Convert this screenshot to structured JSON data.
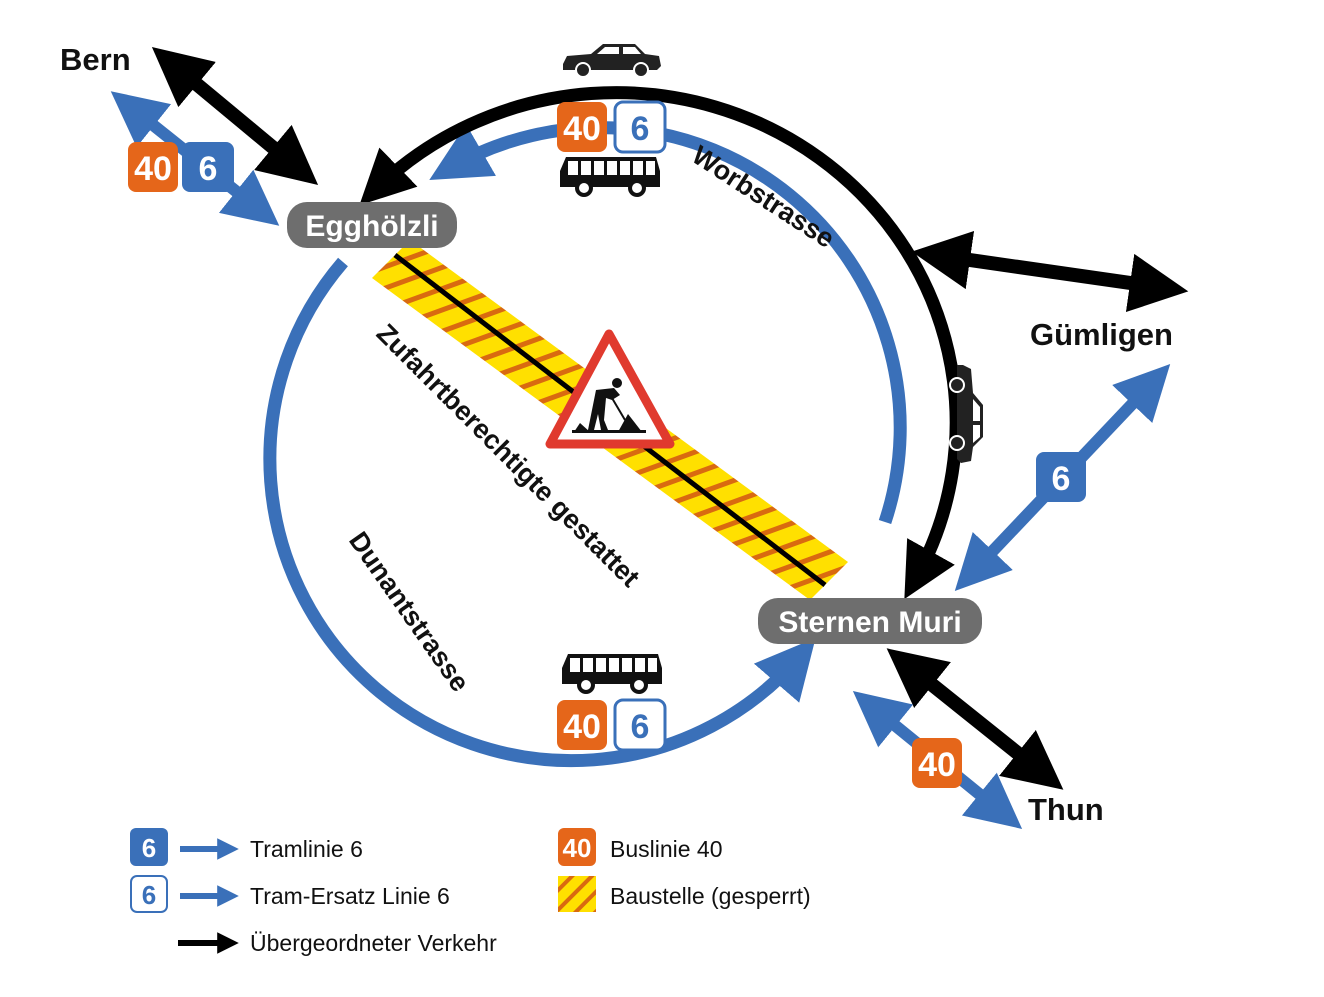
{
  "colors": {
    "tram_blue": "#3a70b9",
    "bus_orange": "#e5661a",
    "traffic_black": "#000000",
    "stop_gray": "#6e6e6e",
    "construction_yellow": "#ffe000",
    "construction_stripe": "#d96a10",
    "sign_red": "#e03a2e"
  },
  "places": {
    "bern": "Bern",
    "guemligen": "Gümligen",
    "thun": "Thun"
  },
  "stops": {
    "egghoelzli": "Egghölzli",
    "sternen_muri": "Sternen Muri"
  },
  "streets": {
    "worbstrasse": "Worbstrasse",
    "dunantstrasse": "Dunantstrasse",
    "diagonal_note": "Zufahrtberechtigte gestattet"
  },
  "badges": {
    "bus_line": "40",
    "tram_line": "6"
  },
  "icons": {
    "car": "car-icon",
    "bus": "bus-icon",
    "construction_sign": "road-works-sign-icon"
  },
  "legend": {
    "items": [
      {
        "badge": "6",
        "style": "tram-filled",
        "label": "Tramlinie 6"
      },
      {
        "badge": "6",
        "style": "tram-outline",
        "label": "Tram-Ersatz Linie 6"
      },
      {
        "badge": "",
        "style": "black-arrow",
        "label": "Übergeordneter Verkehr"
      },
      {
        "badge": "40",
        "style": "bus",
        "label": "Buslinie 40"
      },
      {
        "badge": "",
        "style": "hatch",
        "label": "Baustelle (gesperrt)"
      }
    ]
  }
}
